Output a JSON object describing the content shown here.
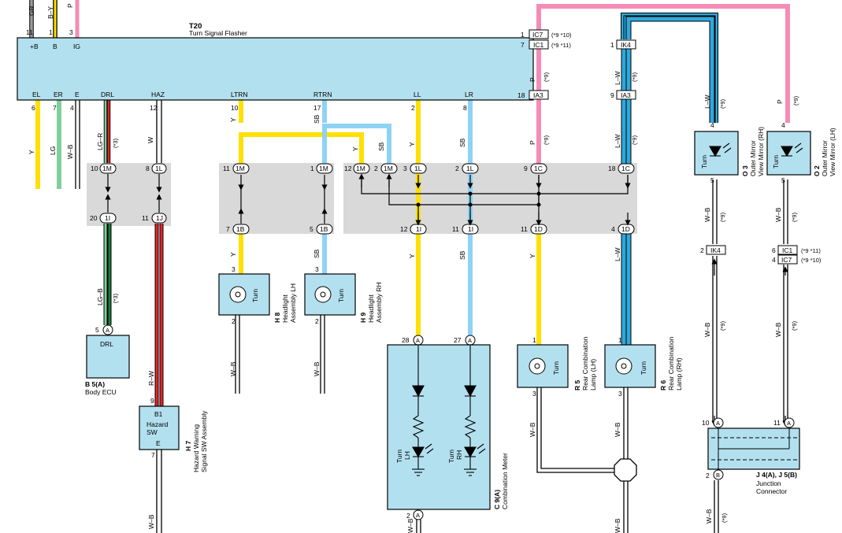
{
  "colors": {
    "Y": "#ffe000",
    "SB": "#8fd3f4",
    "P": "#f58cb7",
    "LG": "#7fcf9a",
    "L": "#2fa8dc",
    "R": "#e8242a",
    "block": "#b3e0ef",
    "shade": "#d9d9d9"
  },
  "flasher": {
    "code": "T20",
    "name": "Turn Signal Flasher",
    "top_pins": [
      {
        "num": "11",
        "label": "+B",
        "wire": "GR"
      },
      {
        "num": "1",
        "label": "B",
        "wire": "B–Y"
      },
      {
        "num": "3",
        "label": "IG",
        "wire": "P"
      }
    ],
    "bottom_pins": [
      {
        "num": "6",
        "label": "EL",
        "wire": "Y"
      },
      {
        "num": "7",
        "label": "ER",
        "wire": "LG"
      },
      {
        "num": "4",
        "label": "E",
        "wire": "W–B"
      },
      {
        "num": "",
        "label": "DRL",
        "wire": "LG–R"
      },
      {
        "num": "12",
        "label": "HAZ",
        "wire": "W"
      },
      {
        "num": "10",
        "label": "LTRN",
        "wire": "Y"
      },
      {
        "num": "17",
        "label": "RTRN",
        "wire": "SB"
      },
      {
        "num": "2",
        "label": "LL",
        "wire": "Y"
      },
      {
        "num": "8",
        "label": "LR",
        "wire": "SB"
      }
    ]
  },
  "notes": {
    "n3": "(*3)",
    "n9": "(*9)",
    "n9_10": "(*9 *10)",
    "n9_11": "(*9 *11)"
  },
  "connectors": {
    "1M": "1M",
    "1L": "1L",
    "1I": "1I",
    "1J": "1J",
    "1B": "1B",
    "1C": "1C",
    "1D": "1D",
    "IC7": "IC7",
    "IC1": "IC1",
    "IK4": "IK4",
    "IA3": "IA3",
    "A": "A",
    "B": "B"
  },
  "pin_numbers": {
    "p1": "1",
    "p2": "2",
    "p3": "3",
    "p4": "4",
    "p5": "5",
    "p6": "6",
    "p7": "7",
    "p8": "8",
    "p9": "9",
    "p10": "10",
    "p11": "11",
    "p12": "12",
    "p18": "18",
    "p20": "20",
    "p27": "27",
    "p28": "28"
  },
  "wire_labels": {
    "Y": "Y",
    "SB": "SB",
    "P": "P",
    "LG": "LG",
    "WB": "W–B",
    "W": "W",
    "LGR": "LG–R",
    "LGB": "LG–B",
    "RW": "R–W",
    "LW": "L–W"
  },
  "components": {
    "drl_ecu": {
      "box_label": "DRL",
      "code": "B 5(A)",
      "name": "Body ECU"
    },
    "hazard_sw": {
      "line1": "B1",
      "line2": "Hazard",
      "line3": "SW",
      "line4": "E",
      "code": "H 7",
      "name1": "Hazard Warning",
      "name2": "Signal SW Assembly"
    },
    "headlight_lh": {
      "label": "Turn",
      "code": "H 8",
      "name1": "Headlight",
      "name2": "Assembly LH"
    },
    "headlight_rh": {
      "label": "Turn",
      "code": "H 9",
      "name1": "Headlight",
      "name2": "Assembly RH"
    },
    "combination_meter": {
      "turn": "Turn",
      "lh": "LH",
      "rh": "RH",
      "code": "C 9(A)",
      "name": "Combination Meter"
    },
    "rear_lh": {
      "label": "Turn",
      "code": "R 5",
      "name1": "Rear Combination",
      "name2": "Lamp (LH)"
    },
    "rear_rh": {
      "label": "Turn",
      "code": "R 6",
      "name1": "Rear Combination",
      "name2": "Lamp (RH)"
    },
    "mirror_rh": {
      "label": "Turn",
      "code": "O 3",
      "name1": "Outer Mirror",
      "name2": "View Mirror (RH)"
    },
    "mirror_lh": {
      "label": "Turn",
      "code": "O 2",
      "name1": "Outer Mirror",
      "name2": "View Mirror (LH)"
    },
    "junction": {
      "code": "J 4(A), J 5(B)",
      "name1": "Junction",
      "name2": "Connector"
    }
  }
}
